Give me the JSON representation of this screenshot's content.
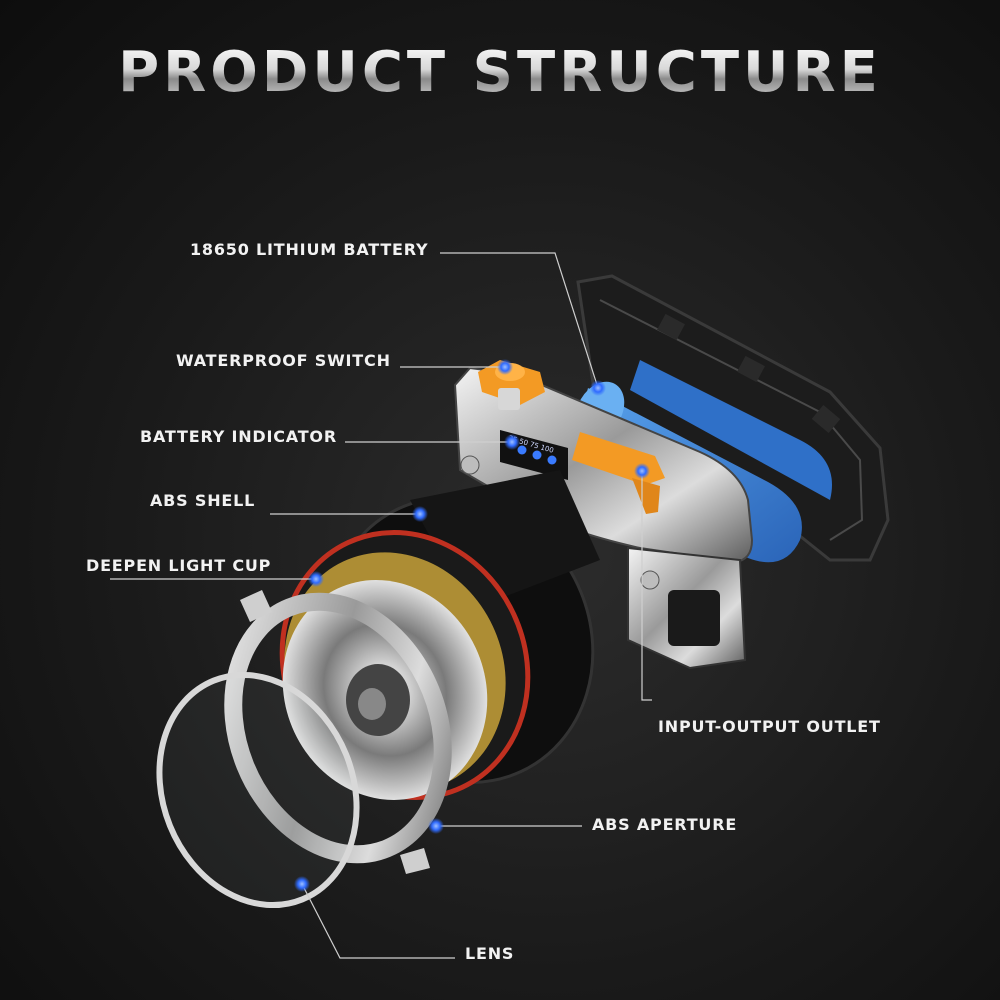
{
  "title": "PRODUCT STRUCTURE",
  "labels": {
    "battery": "18650 LITHIUM BATTERY",
    "switch": "WATERPROOF SWITCH",
    "indicator": "BATTERY INDICATOR",
    "shell": "ABS SHELL",
    "light_cup": "DEEPEN LIGHT CUP",
    "outlet": "INPUT-OUTPUT OUTLET",
    "aperture": "ABS APERTURE",
    "lens": "LENS"
  },
  "indicator_marks": [
    "25",
    "50",
    "75",
    "100"
  ],
  "colors": {
    "callout_dot": "#2f6bff",
    "battery": "#3f86d8",
    "switch": "#f39a24",
    "cup_ring": "#c03020"
  }
}
